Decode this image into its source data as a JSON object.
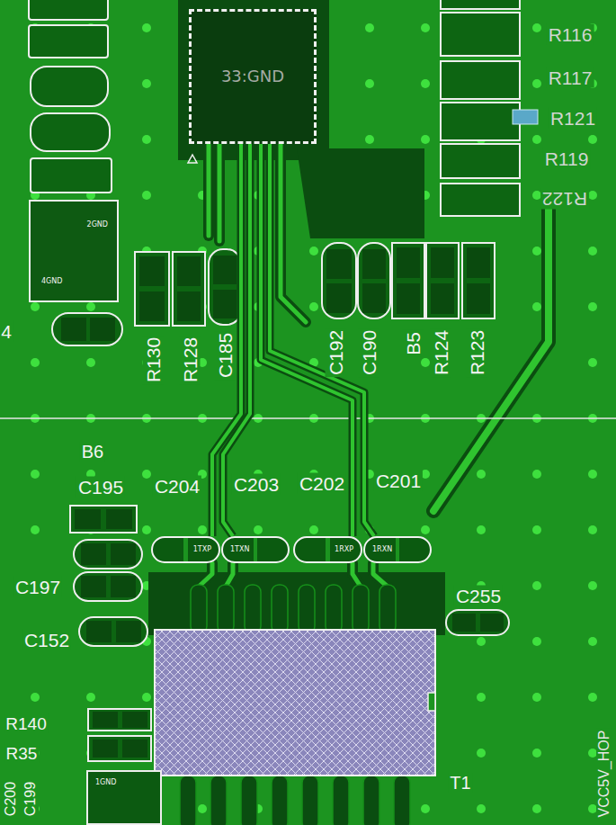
{
  "diagram": {
    "nodes": [
      {
        "text": [
          "33:GND"
        ]
      },
      {
        "text": [
          "2GND",
          "4GND"
        ]
      },
      {
        "text": [
          "1TXP"
        ]
      },
      {
        "text": [
          "1TXN"
        ]
      },
      {
        "text": [
          "1RXP"
        ]
      },
      {
        "text": [
          "1RXN"
        ]
      },
      {
        "text": [
          "1GND"
        ]
      }
    ],
    "edges": [
      {
        "from": 0,
        "to": 2,
        "arrow": "none"
      },
      {
        "from": 0,
        "to": 3,
        "arrow": "none"
      },
      {
        "from": 0,
        "to": 4,
        "arrow": "none"
      },
      {
        "from": 0,
        "to": 5,
        "arrow": "none"
      }
    ],
    "labels": [
      "R116",
      "R117",
      "R121",
      "R119",
      "R122",
      "4",
      "R130",
      "R128",
      "C185",
      "C192",
      "C190",
      "B5",
      "R124",
      "R123",
      "B6",
      "C195",
      "C204",
      "C203",
      "C202",
      "C201",
      "C197",
      "C152",
      "C255",
      "R140",
      "R35",
      "C200",
      "C199",
      "T1",
      "VCC5V_HOP"
    ]
  }
}
